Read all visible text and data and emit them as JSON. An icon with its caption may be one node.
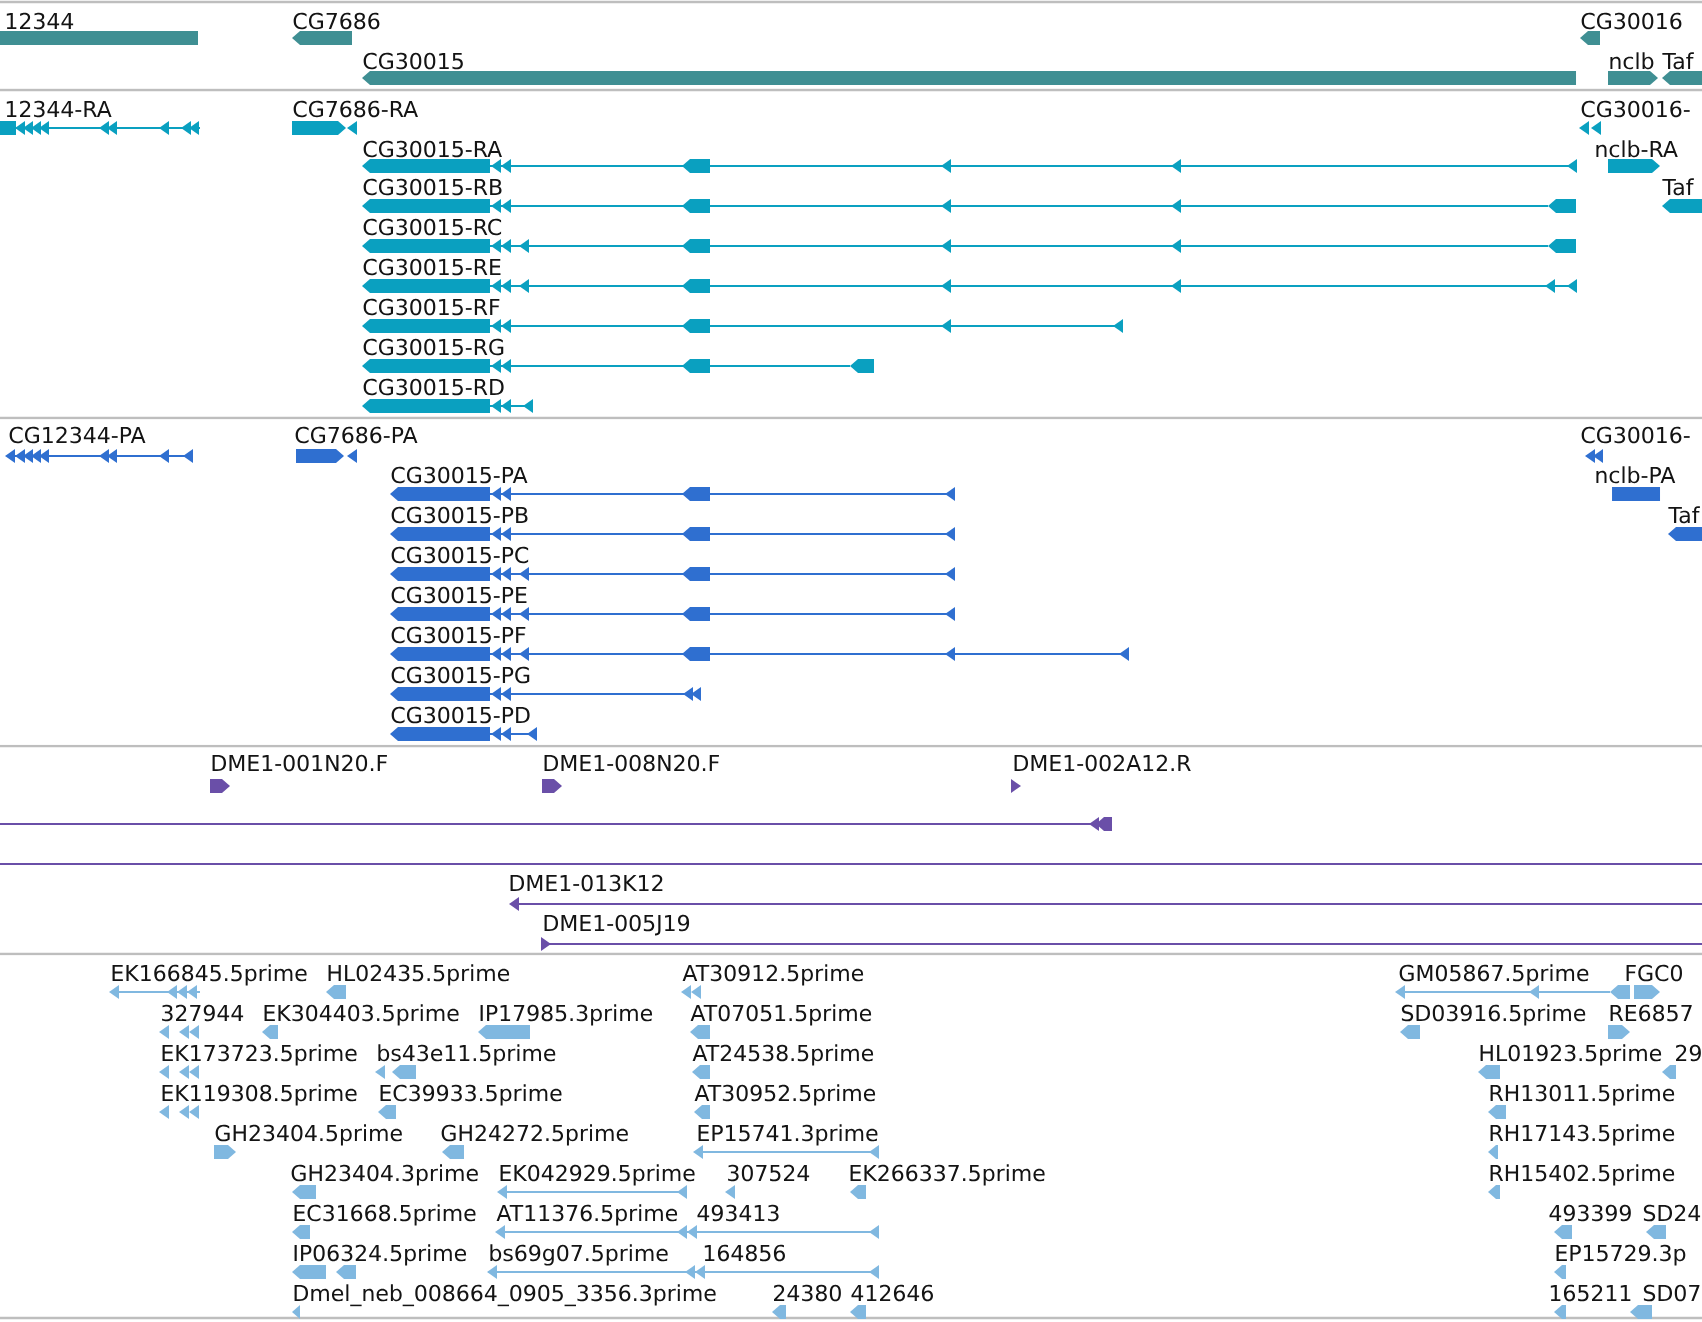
{
  "diagram": {
    "labels": [
      "12344",
      "CG7686",
      "CG30016",
      "CG30015",
      "nclb",
      "Taf",
      "12344-RA",
      "CG7686-RA",
      "CG30016-",
      "CG30015-RA",
      "nclb-RA",
      "CG30015-RB",
      "Taf",
      "CG30015-RC",
      "CG30015-RE",
      "CG30015-RF",
      "CG30015-RG",
      "CG30015-RD",
      "CG12344-PA",
      "CG7686-PA",
      "CG30016-",
      "CG30015-PA",
      "nclb-PA",
      "CG30015-PB",
      "Taf",
      "CG30015-PC",
      "CG30015-PE",
      "CG30015-PF",
      "CG30015-PG",
      "CG30015-PD",
      "DME1-001N20.F",
      "DME1-008N20.F",
      "DME1-002A12.R",
      "DME1-013K12",
      "DME1-005J19",
      "EK166845.5prime",
      "HL02435.5prime",
      "AT30912.5prime",
      "GM05867.5prime",
      "FGC0",
      "327944",
      "EK304403.5prime",
      "IP17985.3prime",
      "AT07051.5prime",
      "SD03916.5prime",
      "RE6857",
      "EK173723.5prime",
      "bs43e11.5prime",
      "AT24538.5prime",
      "HL01923.5prime",
      "29",
      "EK119308.5prime",
      "EC39933.5prime",
      "AT30952.5prime",
      "RH13011.5prime",
      "GH23404.5prime",
      "GH24272.5prime",
      "EP15741.3prime",
      "RH17143.5prime",
      "GH23404.3prime",
      "EK042929.5prime",
      "307524",
      "EK266337.5prime",
      "RH15402.5prime",
      "EC31668.5prime",
      "AT11376.5prime",
      "493413",
      "493399",
      "SD24",
      "IP06324.5prime",
      "bs69g07.5prime",
      "164856",
      "EP15729.3p",
      "Dmel_neb_008664_0905_3356.3prime",
      "24380",
      "412646",
      "165211",
      "SD07"
    ]
  }
}
